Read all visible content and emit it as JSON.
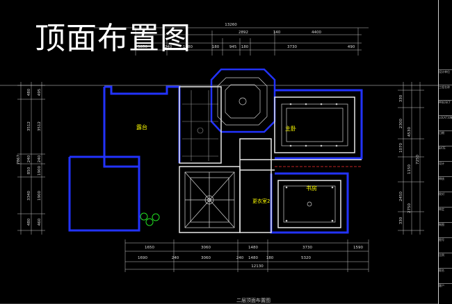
{
  "title": "顶面布置图",
  "caption": "二层顶面布置图",
  "rooms": {
    "terrace": "露台",
    "master_bedroom": "主卧",
    "study": "书房",
    "dressing_room": "更衣室2"
  },
  "dimensions": {
    "top_total": "13260",
    "top_row1": [
      "2892",
      "140",
      "4400"
    ],
    "top_row2": [
      "3850",
      "240",
      "1680",
      "180",
      "945",
      "180",
      "3730",
      "490"
    ],
    "bottom_row1": [
      "1650",
      "3060",
      "1480",
      "3730",
      "1590"
    ],
    "bottom_row2": [
      "1690",
      "240",
      "3060",
      "240",
      "1480",
      "180",
      "5320"
    ],
    "bottom_total": "12130",
    "left_outer": [
      "7867"
    ],
    "left_inner": [
      "480",
      "3512",
      "240",
      "850",
      "3340",
      "480"
    ],
    "left_inner2": [
      "495",
      "3512",
      "240",
      "1900",
      "1900",
      "460"
    ],
    "right_outer": [
      "7250"
    ],
    "right_inner": [
      "330",
      "2300",
      "1070",
      "2450",
      "330"
    ],
    "right_inner2": [
      "4530",
      "1150",
      "2750"
    ]
  },
  "sidebar_rows": [
    "设计单位",
    "工程名称",
    "PROJECT",
    "LOCATION",
    "日期",
    "DATE",
    "设计",
    "审核",
    "校对",
    "审定",
    "制图",
    "图号",
    "比例",
    "图名",
    "客户"
  ],
  "colors": {
    "background": "#000000",
    "wall": "#2233ff",
    "dim": "#dddddd",
    "room_label": "#ffff00",
    "fixture": "#cccccc",
    "accent_red": "#ff3030",
    "plant": "#22dd22"
  }
}
